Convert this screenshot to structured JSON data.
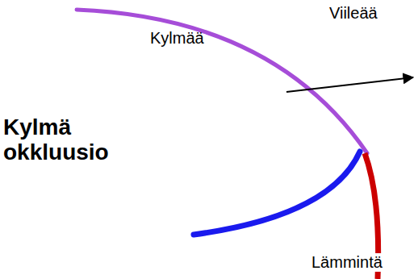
{
  "diagram": {
    "title": "Kylmä okkluusio",
    "labels": [
      "Viileää",
      "Kylmää",
      "Lämmintä"
    ]
  }
}
